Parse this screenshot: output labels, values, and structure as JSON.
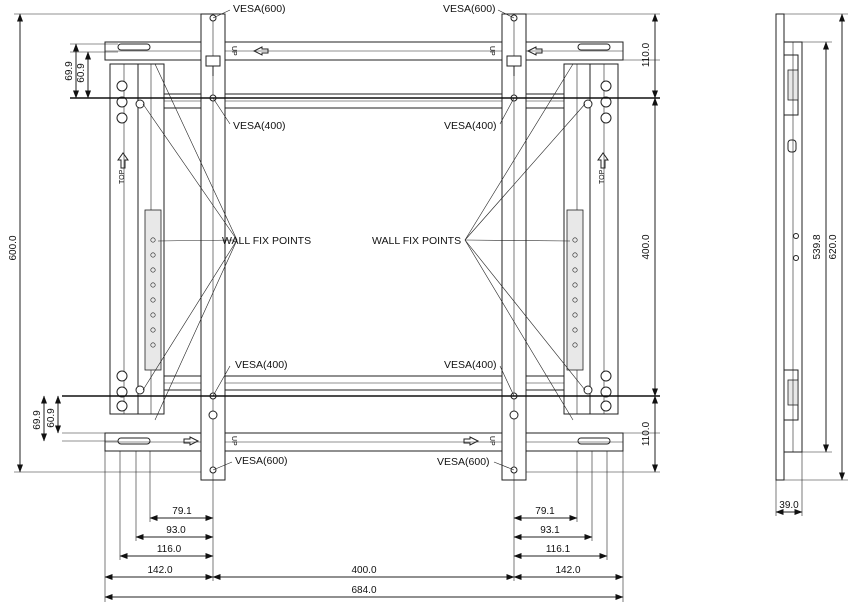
{
  "labels": {
    "vesa_600": "VESA(600)",
    "vesa_400": "VESA(400)",
    "wall_fix_points": "WALL FIX POINTS",
    "top": "TOP",
    "up": "UP"
  },
  "dimensions": {
    "d_600": "600.0",
    "d_69_9": "69.9",
    "d_60_9": "60.9",
    "d_110": "110.0",
    "d_400": "400.0",
    "d_79_1": "79.1",
    "d_93_0": "93.0",
    "d_93_1": "93.1",
    "d_116_0": "116.0",
    "d_116_1": "116.1",
    "d_142": "142.0",
    "d_684": "684.0",
    "d_539_8": "539.8",
    "d_620": "620.0",
    "d_39": "39.0"
  }
}
